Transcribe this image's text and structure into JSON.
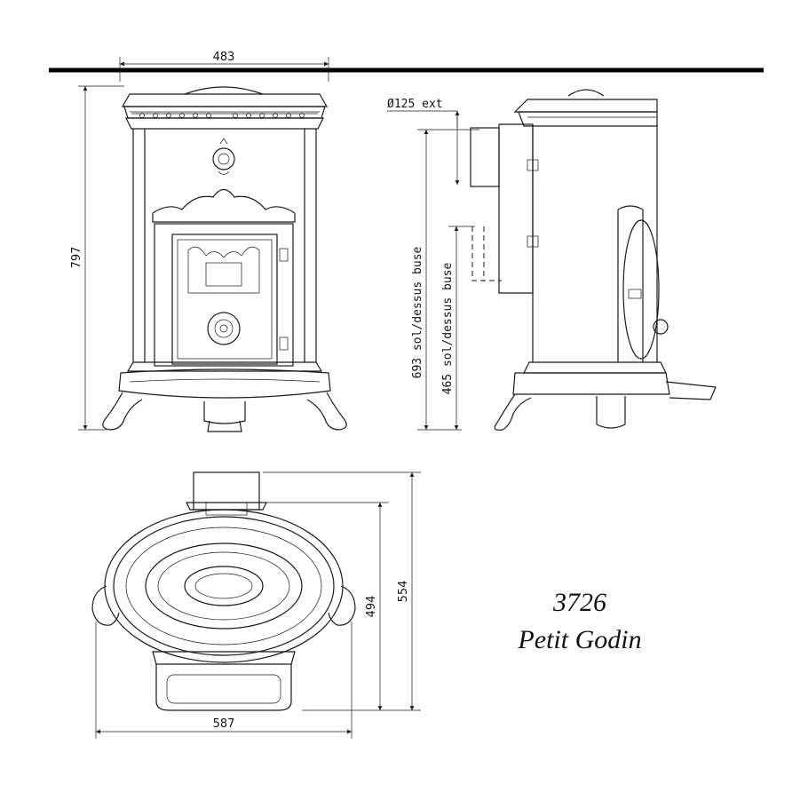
{
  "dimensions": {
    "width_top": "483",
    "height_total": "797",
    "flue_diameter": "Ø125 ext",
    "height_flue_top": "693 sol/dessus buse",
    "height_flue_rear": "465 sol/dessus buse",
    "depth_total": "554",
    "depth_body": "494",
    "width_base": "587"
  },
  "model": {
    "number": "3726",
    "name": "Petit Godin"
  }
}
